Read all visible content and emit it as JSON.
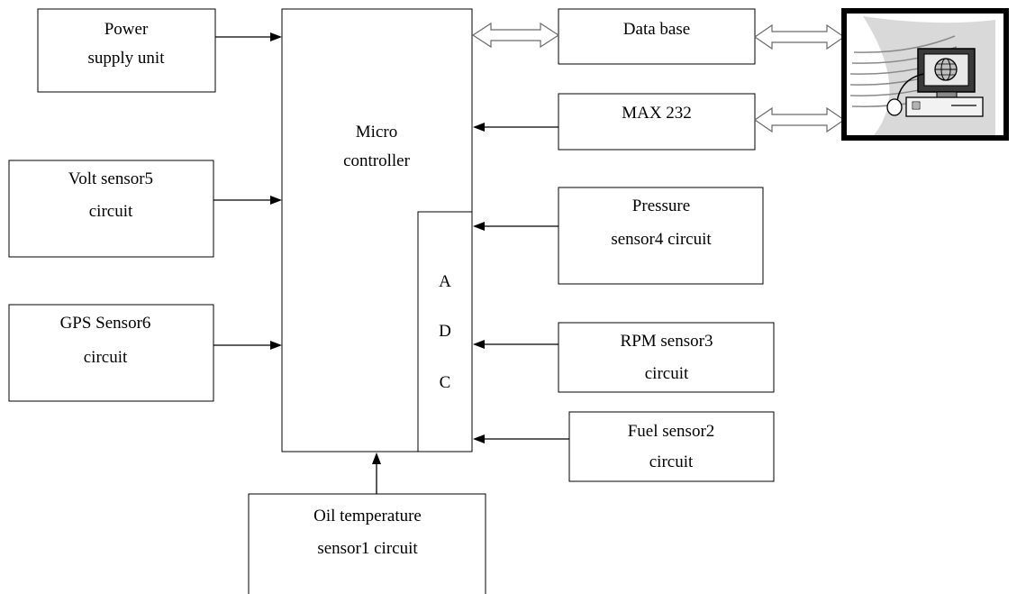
{
  "blocks": {
    "power_supply": [
      "Power",
      "supply unit"
    ],
    "volt_sensor": [
      "Volt sensor5",
      "circuit"
    ],
    "gps_sensor": [
      "GPS Sensor6",
      "circuit"
    ],
    "micro_controller": [
      "Micro",
      "controller"
    ],
    "adc": [
      "A",
      "D",
      "C"
    ],
    "database": "Data base",
    "max232": "MAX 232",
    "pressure_sensor": [
      "Pressure",
      "sensor4 circuit"
    ],
    "rpm_sensor": [
      "RPM sensor3",
      "circuit"
    ],
    "fuel_sensor": [
      "Fuel sensor2",
      "circuit"
    ],
    "oil_temp_sensor": [
      "Oil temperature",
      "sensor1 circuit"
    ]
  },
  "icons": {
    "computer": "computer-icon",
    "globe": "globe-icon"
  }
}
